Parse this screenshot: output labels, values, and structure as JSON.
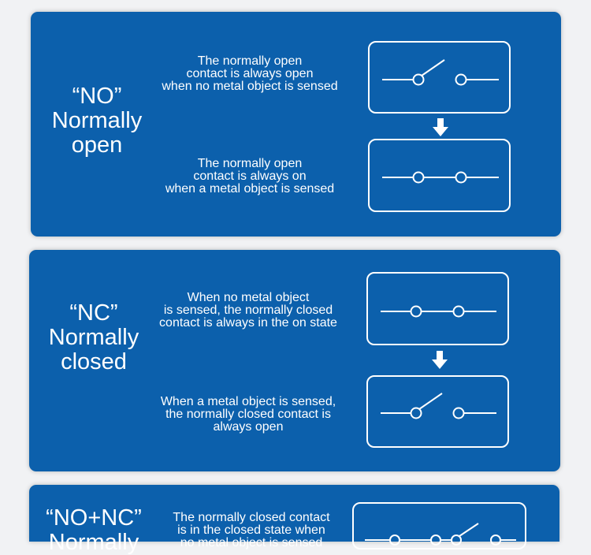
{
  "colors": {
    "page_bg": "#f1f2f4",
    "panel_bg": "#0c60ac",
    "foreground": "#ffffff"
  },
  "panels": [
    {
      "title_lines": [
        "“NO”",
        "Normally",
        "open"
      ],
      "text_top_lines": [
        "The normally open",
        "contact is always open",
        "when no metal object is sensed"
      ],
      "text_bottom_lines": [
        "The normally open",
        "contact is always on",
        "when a metal object is sensed"
      ],
      "top_switch": "open-switch-icon",
      "bottom_switch": "closed-switch-icon",
      "arrow_icon": "down-arrow-icon"
    },
    {
      "title_lines": [
        "“NC”",
        "Normally",
        "closed"
      ],
      "text_top_lines": [
        "When no metal object",
        "is sensed, the normally closed",
        "contact is always in the on state"
      ],
      "text_bottom_lines": [
        "When a metal object is sensed,",
        "the normally closed contact is",
        "always open"
      ],
      "top_switch": "closed-switch-icon",
      "bottom_switch": "open-switch-icon",
      "arrow_icon": "down-arrow-icon"
    },
    {
      "title_lines": [
        "“NO+NC”",
        "Normally"
      ],
      "text_top_lines": [
        "The normally closed contact",
        "is in the closed state when",
        "no metal object is sensed"
      ],
      "top_switch": "closed-switch-with-open-branch-icon"
    }
  ]
}
